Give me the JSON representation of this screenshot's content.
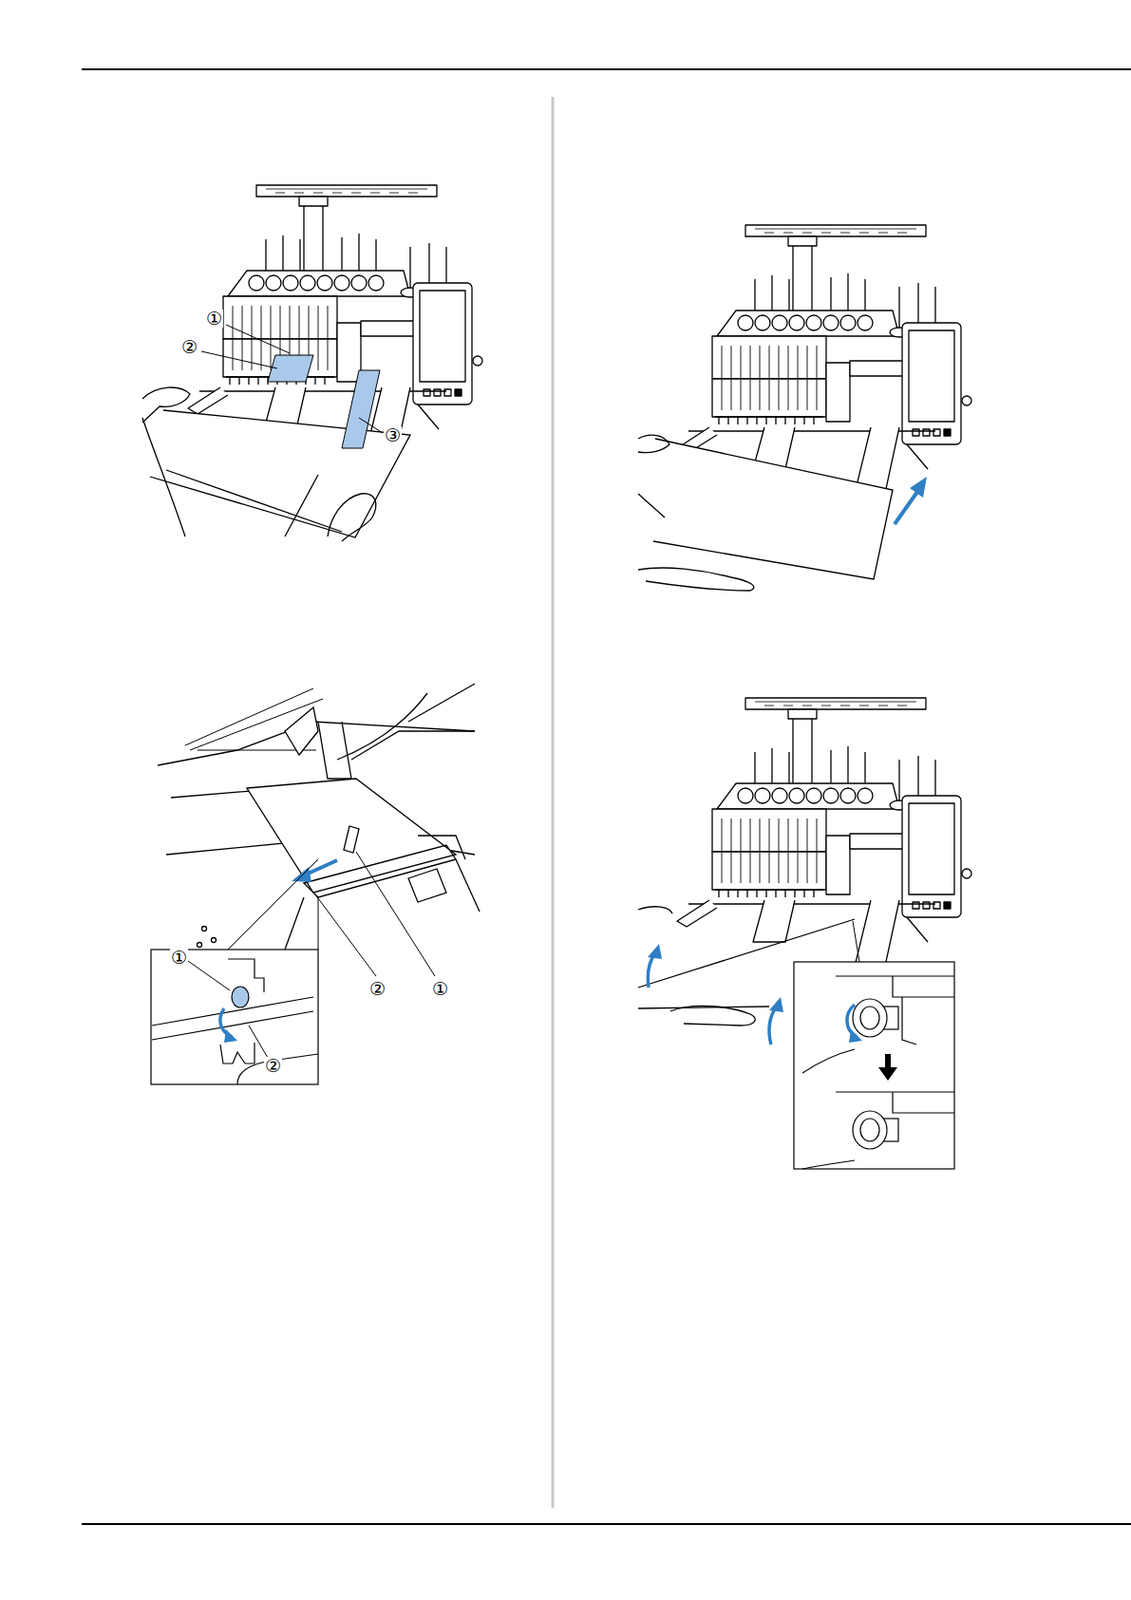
{
  "diagram": {
    "labels": [
      "①",
      "②",
      "③",
      "①",
      "②",
      "①",
      "②"
    ]
  }
}
